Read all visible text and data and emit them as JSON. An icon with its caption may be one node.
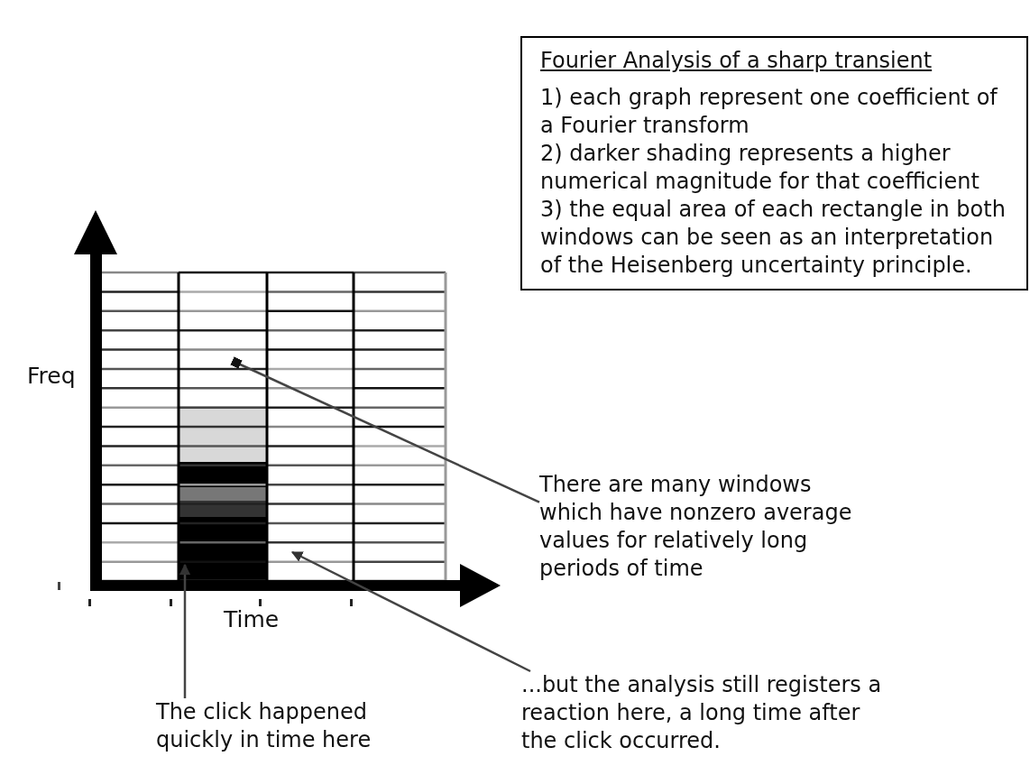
{
  "diagram": {
    "nodes": [
      {
        "text": [
          "Fourier Analysis of a sharp transient",
          "1) each graph represent one coefficient of a Fourier transform",
          "2) darker shading represents a higher numerical magnitude for that coefficient",
          "3) the equal area of each rectangle in both windows can be seen as an interpretation of the Heisenberg uncertainty principle."
        ]
      },
      {
        "text": [
          "There are many windows which have nonzero average values for relatively long periods of time"
        ]
      },
      {
        "text": [
          "...but the analysis still registers a reaction here, a long time after the click occurred."
        ]
      },
      {
        "text": [
          "The click happened quickly in time here"
        ]
      }
    ],
    "edges": [
      {
        "from": 1,
        "to": null,
        "arrow": "other"
      },
      {
        "from": 2,
        "to": null,
        "arrow": "to"
      },
      {
        "from": 3,
        "to": null,
        "arrow": "to"
      }
    ],
    "labels": [
      "Freq",
      "Time"
    ]
  }
}
